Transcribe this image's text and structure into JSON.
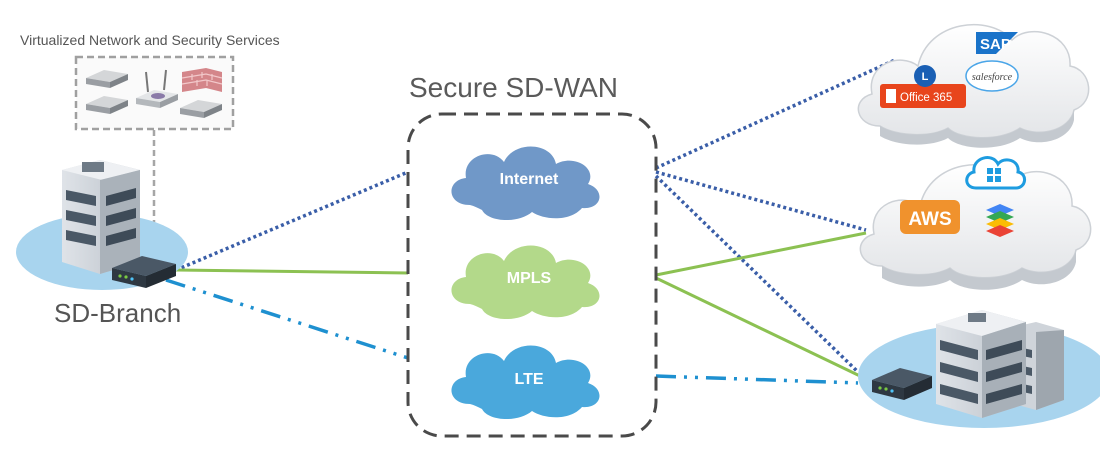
{
  "services_title": "Virtualized Network and Security Services",
  "sdwan_title": "Secure SD-WAN",
  "branch_label": "SD-Branch",
  "transports": [
    {
      "label": "Internet",
      "color": "#7098c8"
    },
    {
      "label": "MPLS",
      "color": "#b3d98a"
    },
    {
      "label": "LTE",
      "color": "#4aa8dc"
    }
  ],
  "saas_logos": {
    "sap": "SAP",
    "salesforce": "salesforce",
    "office": "Office 365"
  },
  "cloud_logos": {
    "aws": "AWS"
  },
  "colors": {
    "internet_link": "#3a5ea8",
    "mpls_link": "#8cc152",
    "lte_link": "#1e90d0",
    "site_base": "#a8d4ee"
  },
  "icons": [
    "server-icon",
    "router-icon",
    "firewall-icon",
    "building-icon",
    "sdwan-appliance-icon",
    "windows-icon",
    "gcp-icon",
    "office365-icon"
  ]
}
